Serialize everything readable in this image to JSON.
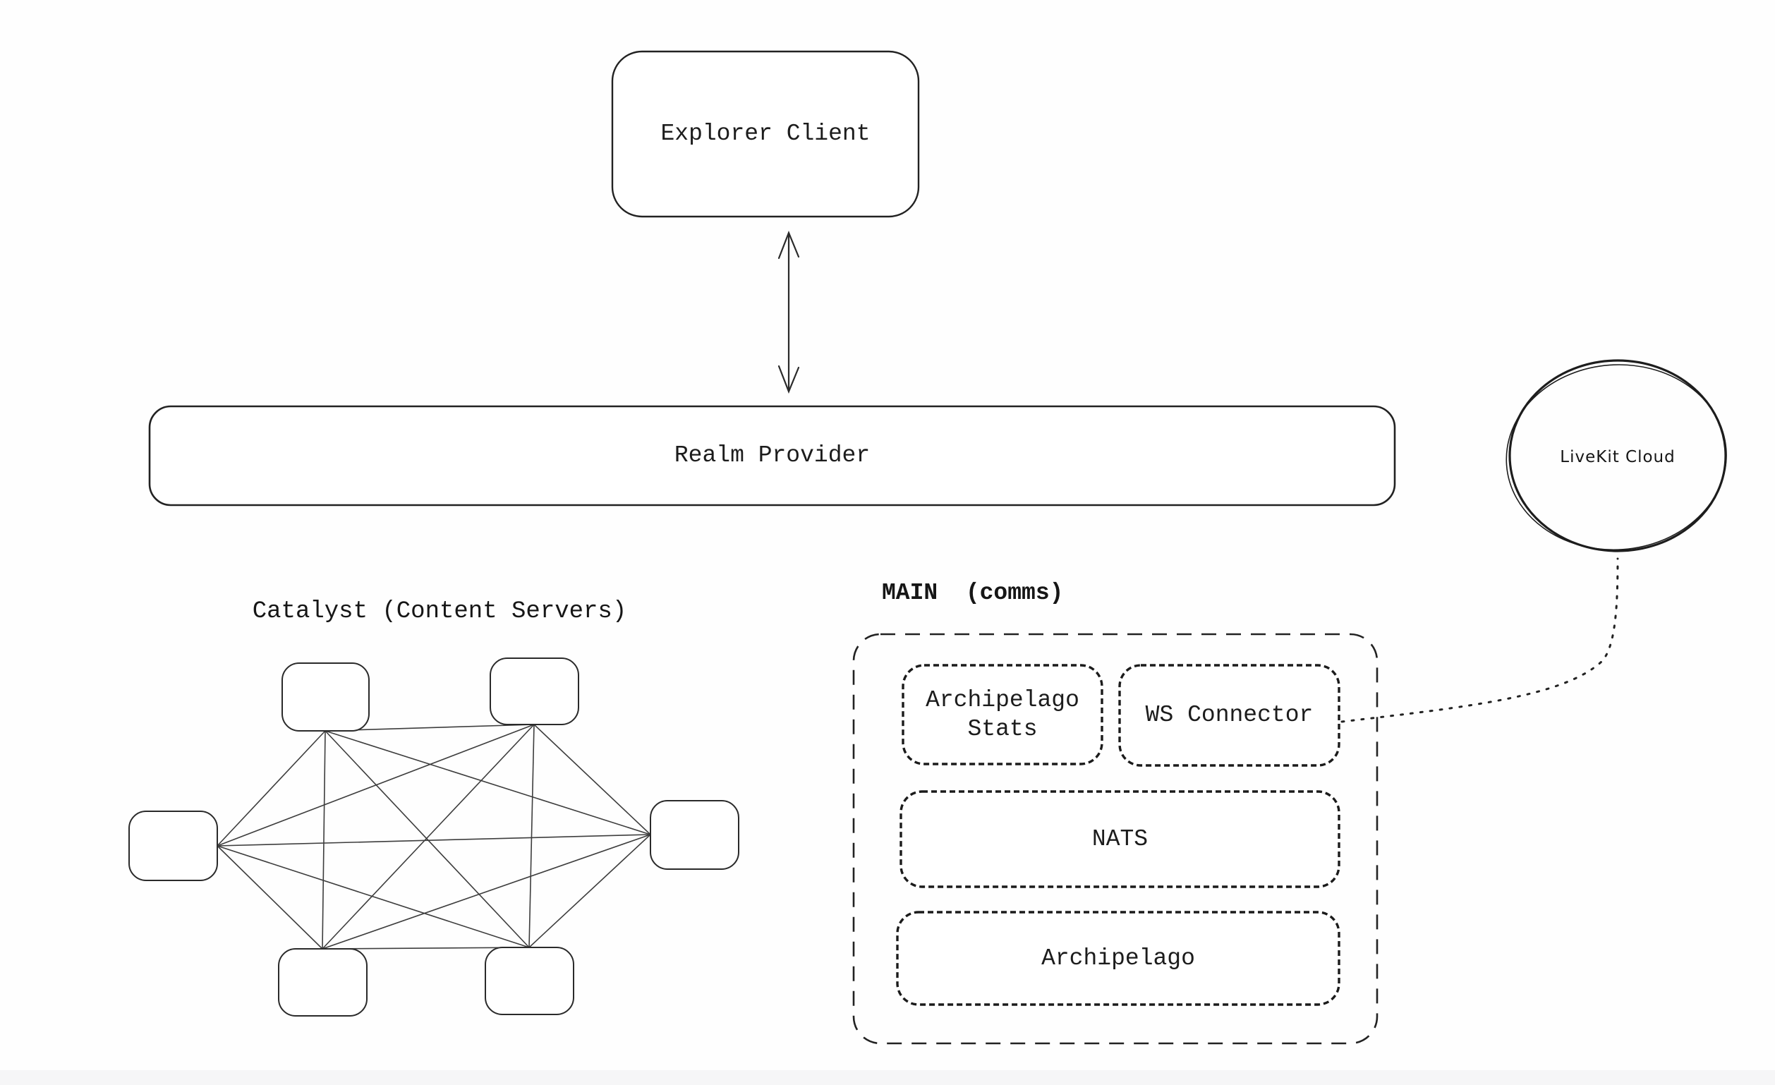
{
  "nodes": {
    "explorer_client": {
      "label": "Explorer Client"
    },
    "realm_provider": {
      "label": "Realm Provider"
    },
    "livekit_cloud": {
      "label": "LiveKit Cloud"
    }
  },
  "catalyst": {
    "title": "Catalyst (Content Servers)",
    "server_node_count": 6
  },
  "main_group": {
    "title": "MAIN  (comms)",
    "boxes": [
      {
        "label": "Archipelago Stats"
      },
      {
        "label": "WS Connector"
      },
      {
        "label": "NATS"
      },
      {
        "label": "Archipelago"
      }
    ]
  },
  "connections": [
    {
      "from": "Explorer Client",
      "to": "Realm Provider",
      "style": "double-headed-arrow"
    },
    {
      "from": "WS Connector",
      "to": "LiveKit Cloud",
      "style": "dotted-curve"
    },
    {
      "within": "Catalyst (Content Servers)",
      "style": "full-mesh-6-nodes"
    }
  ],
  "colors": {
    "background": "#fefefe",
    "stroke": "#1f1f1f",
    "mesh_line": "#3d3d3d",
    "bottom_strip": "#f6f6f7"
  }
}
